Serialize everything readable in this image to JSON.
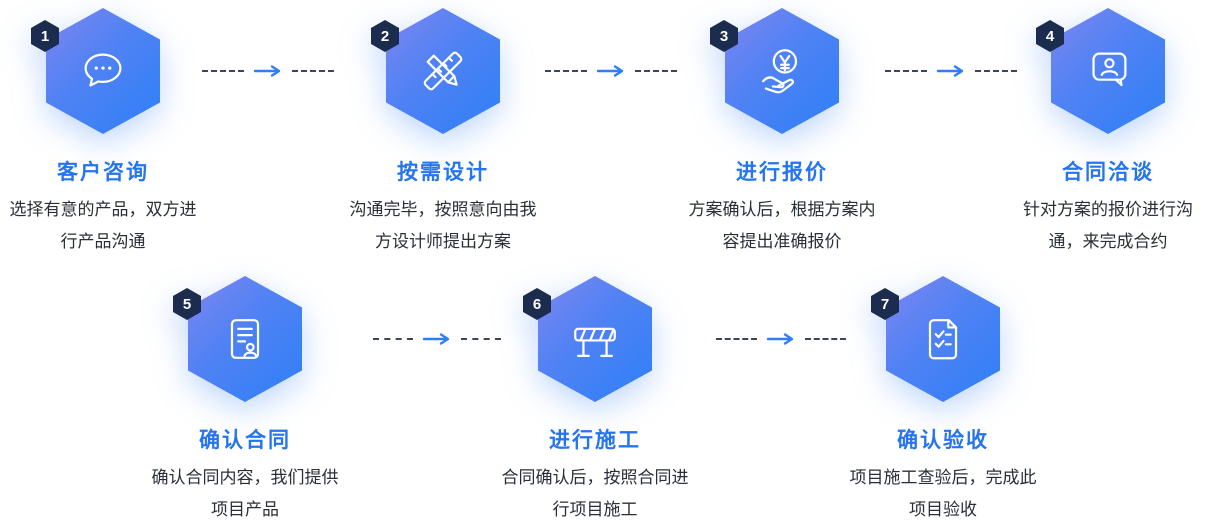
{
  "diagram_title": "service-process-flow",
  "colors": {
    "hex_gradient_start": "#7E85F0",
    "hex_gradient_end": "#2E7FF7",
    "badge_bg": "#1B2C4E",
    "title_color": "#2575F0",
    "desc_color": "#2A2F37",
    "dash_color": "#3A4559",
    "arrow_color": "#2E7EF5"
  },
  "steps": [
    {
      "number": "1",
      "title": "客户咨询",
      "icon": "chat-bubble-icon",
      "desc": [
        "选择有意的产品，双方进",
        "行产品沟通"
      ]
    },
    {
      "number": "2",
      "title": "按需设计",
      "icon": "pencil-ruler-icon",
      "desc": [
        "沟通完毕，按照意向由我",
        "方设计师提出方案"
      ]
    },
    {
      "number": "3",
      "title": "进行报价",
      "icon": "yuan-coin-hand-icon",
      "desc": [
        "方案确认后，根据方案内",
        "容提出准确报价"
      ]
    },
    {
      "number": "4",
      "title": "合同洽谈",
      "icon": "person-speech-bubble-icon",
      "desc": [
        "针对方案的报价进行沟",
        "通，来完成合约"
      ]
    },
    {
      "number": "5",
      "title": "确认合同",
      "icon": "contract-document-icon",
      "desc": [
        "确认合同内容，我们提供",
        "项目产品"
      ]
    },
    {
      "number": "6",
      "title": "进行施工",
      "icon": "construction-barrier-icon",
      "desc": [
        "合同确认后，按照合同进",
        "行项目施工"
      ]
    },
    {
      "number": "7",
      "title": "确认验收",
      "icon": "checklist-document-icon",
      "desc": [
        "项目施工查验后，完成此",
        "项目验收"
      ]
    }
  ]
}
